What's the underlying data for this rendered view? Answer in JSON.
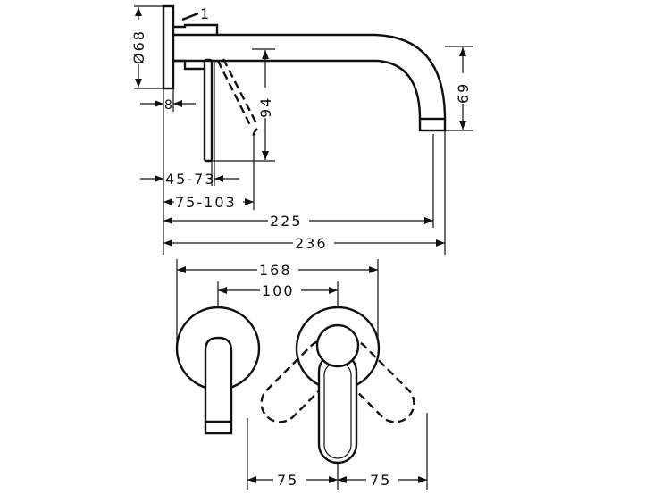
{
  "side_view": {
    "diameter": "Ø68",
    "thickness": "8",
    "lever_angle_marker": "1",
    "height_outlet": "94",
    "spout_height": "69",
    "lever_range": "45-73",
    "lever_tip_range": "75-103",
    "projection": "225",
    "total_length": "236"
  },
  "front_view": {
    "outer_width": "168",
    "center_distance": "100",
    "swing_left": "75",
    "swing_right": "75"
  }
}
